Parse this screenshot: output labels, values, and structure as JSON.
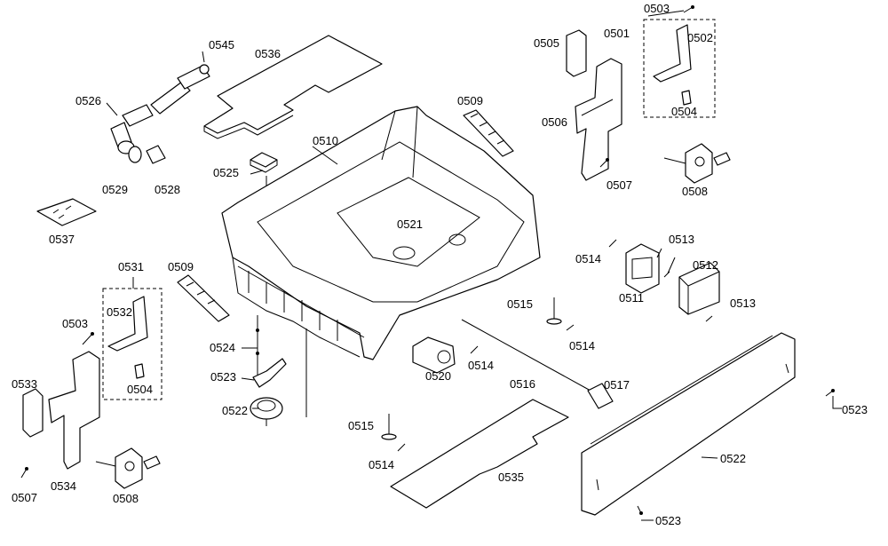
{
  "labels": {
    "l0501": "0501",
    "l0502": "0502",
    "l0503a": "0503",
    "l0503b": "0503",
    "l0504a": "0504",
    "l0504b": "0504",
    "l0505": "0505",
    "l0506": "0506",
    "l0507a": "0507",
    "l0507b": "0507",
    "l0508a": "0508",
    "l0508b": "0508",
    "l0509a": "0509",
    "l0509b": "0509",
    "l0510": "0510",
    "l0511": "0511",
    "l0512": "0512",
    "l0513a": "0513",
    "l0513b": "0513",
    "l0514a": "0514",
    "l0514b": "0514",
    "l0514c": "0514",
    "l0514d": "0514",
    "l0515a": "0515",
    "l0515b": "0515",
    "l0516": "0516",
    "l0517": "0517",
    "l0520": "0520",
    "l0521": "0521",
    "l0522a": "0522",
    "l0522b": "0522",
    "l0523a": "0523",
    "l0523b": "0523",
    "l0523c": "0523",
    "l0524": "0524",
    "l0525": "0525",
    "l0526": "0526",
    "l0528": "0528",
    "l0529": "0529",
    "l0531": "0531",
    "l0532": "0532",
    "l0533": "0533",
    "l0534": "0534",
    "l0535": "0535",
    "l0536": "0536",
    "l0537": "0537",
    "l0545": "0545"
  }
}
